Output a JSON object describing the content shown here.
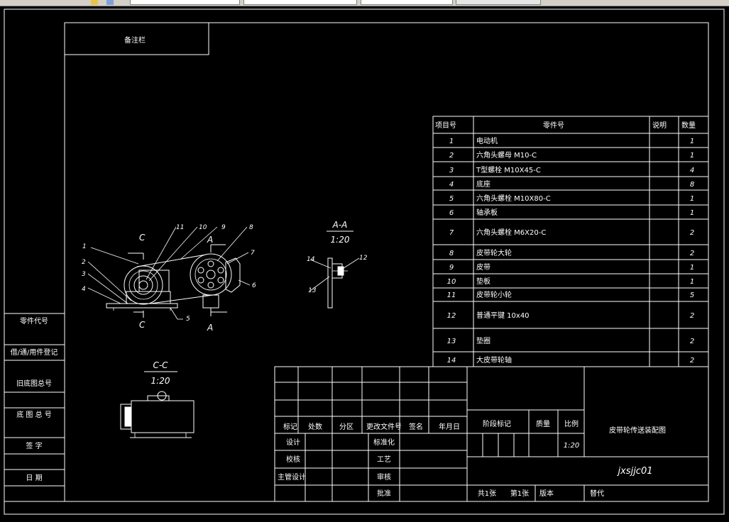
{
  "viewer": {
    "toolbar_icons": [
      "pan-icon",
      "orbit-icon"
    ],
    "toolbar_fields": [
      "",
      "",
      "",
      ""
    ]
  },
  "sheet": {
    "top_label": "备注栏",
    "section_aa": {
      "title": "A-A",
      "scale": "1:20"
    },
    "section_cc": {
      "title": "C-C",
      "scale": "1:20"
    },
    "view_labels": {
      "c_top": "C",
      "c_bottom": "C",
      "a_top": "A",
      "a_bottom": "A"
    },
    "callouts_main": [
      "1",
      "2",
      "3",
      "4",
      "5",
      "6",
      "7",
      "8",
      "9",
      "10",
      "11"
    ],
    "callouts_aa": [
      "14",
      "13",
      "12"
    ]
  },
  "side_table": {
    "rows": [
      "零件代号",
      "借/通/用件登记",
      "旧底图总号",
      "底 图 总 号",
      "签    字",
      "日    期"
    ]
  },
  "bom": {
    "headers": [
      "项目号",
      "零件号",
      "说明",
      "数量"
    ],
    "rows": [
      {
        "no": "1",
        "name": "电动机",
        "desc": "",
        "qty": "1"
      },
      {
        "no": "2",
        "name": "六角头螺母 M10-C",
        "desc": "",
        "qty": "1"
      },
      {
        "no": "3",
        "name": "T型螺栓 M10X45-C",
        "desc": "",
        "qty": "4"
      },
      {
        "no": "4",
        "name": "底座",
        "desc": "",
        "qty": "8"
      },
      {
        "no": "5",
        "name": "六角头螺栓 M10X80-C",
        "desc": "",
        "qty": "1"
      },
      {
        "no": "6",
        "name": "轴承板",
        "desc": "",
        "qty": "1"
      },
      {
        "no": "7",
        "name": "六角头螺栓 M6X20-C",
        "desc": "",
        "qty": "2"
      },
      {
        "no": "8",
        "name": "皮带轮大轮",
        "desc": "",
        "qty": "2"
      },
      {
        "no": "9",
        "name": "皮带",
        "desc": "",
        "qty": "1"
      },
      {
        "no": "10",
        "name": "垫板",
        "desc": "",
        "qty": "1"
      },
      {
        "no": "11",
        "name": "皮带轮小轮",
        "desc": "",
        "qty": "5"
      },
      {
        "no": "12",
        "name": "普通平键 10x40",
        "desc": "",
        "qty": "2"
      },
      {
        "no": "13",
        "name": "垫圈",
        "desc": "",
        "qty": "2"
      },
      {
        "no": "14",
        "name": "大皮带轮轴",
        "desc": "",
        "qty": "2"
      }
    ]
  },
  "title_block": {
    "rev_headers": [
      "标记",
      "处数",
      "分区",
      "更改文件号",
      "签名",
      "年月日"
    ],
    "sign_rows": [
      "设计",
      "校核",
      "主管设计"
    ],
    "std_rows": [
      "标准化",
      "工艺",
      "审核",
      "批准"
    ],
    "stage_label": "阶段标记",
    "mass_label": "质量",
    "scale_label": "比例",
    "scale_value": "1:20",
    "drawing_title": "皮带轮传送装配图",
    "drawing_code": "jxsjjc01",
    "sheets_total": "共1张",
    "sheet_no": "第1张",
    "version_label": "版本",
    "replace_label": "替代"
  }
}
